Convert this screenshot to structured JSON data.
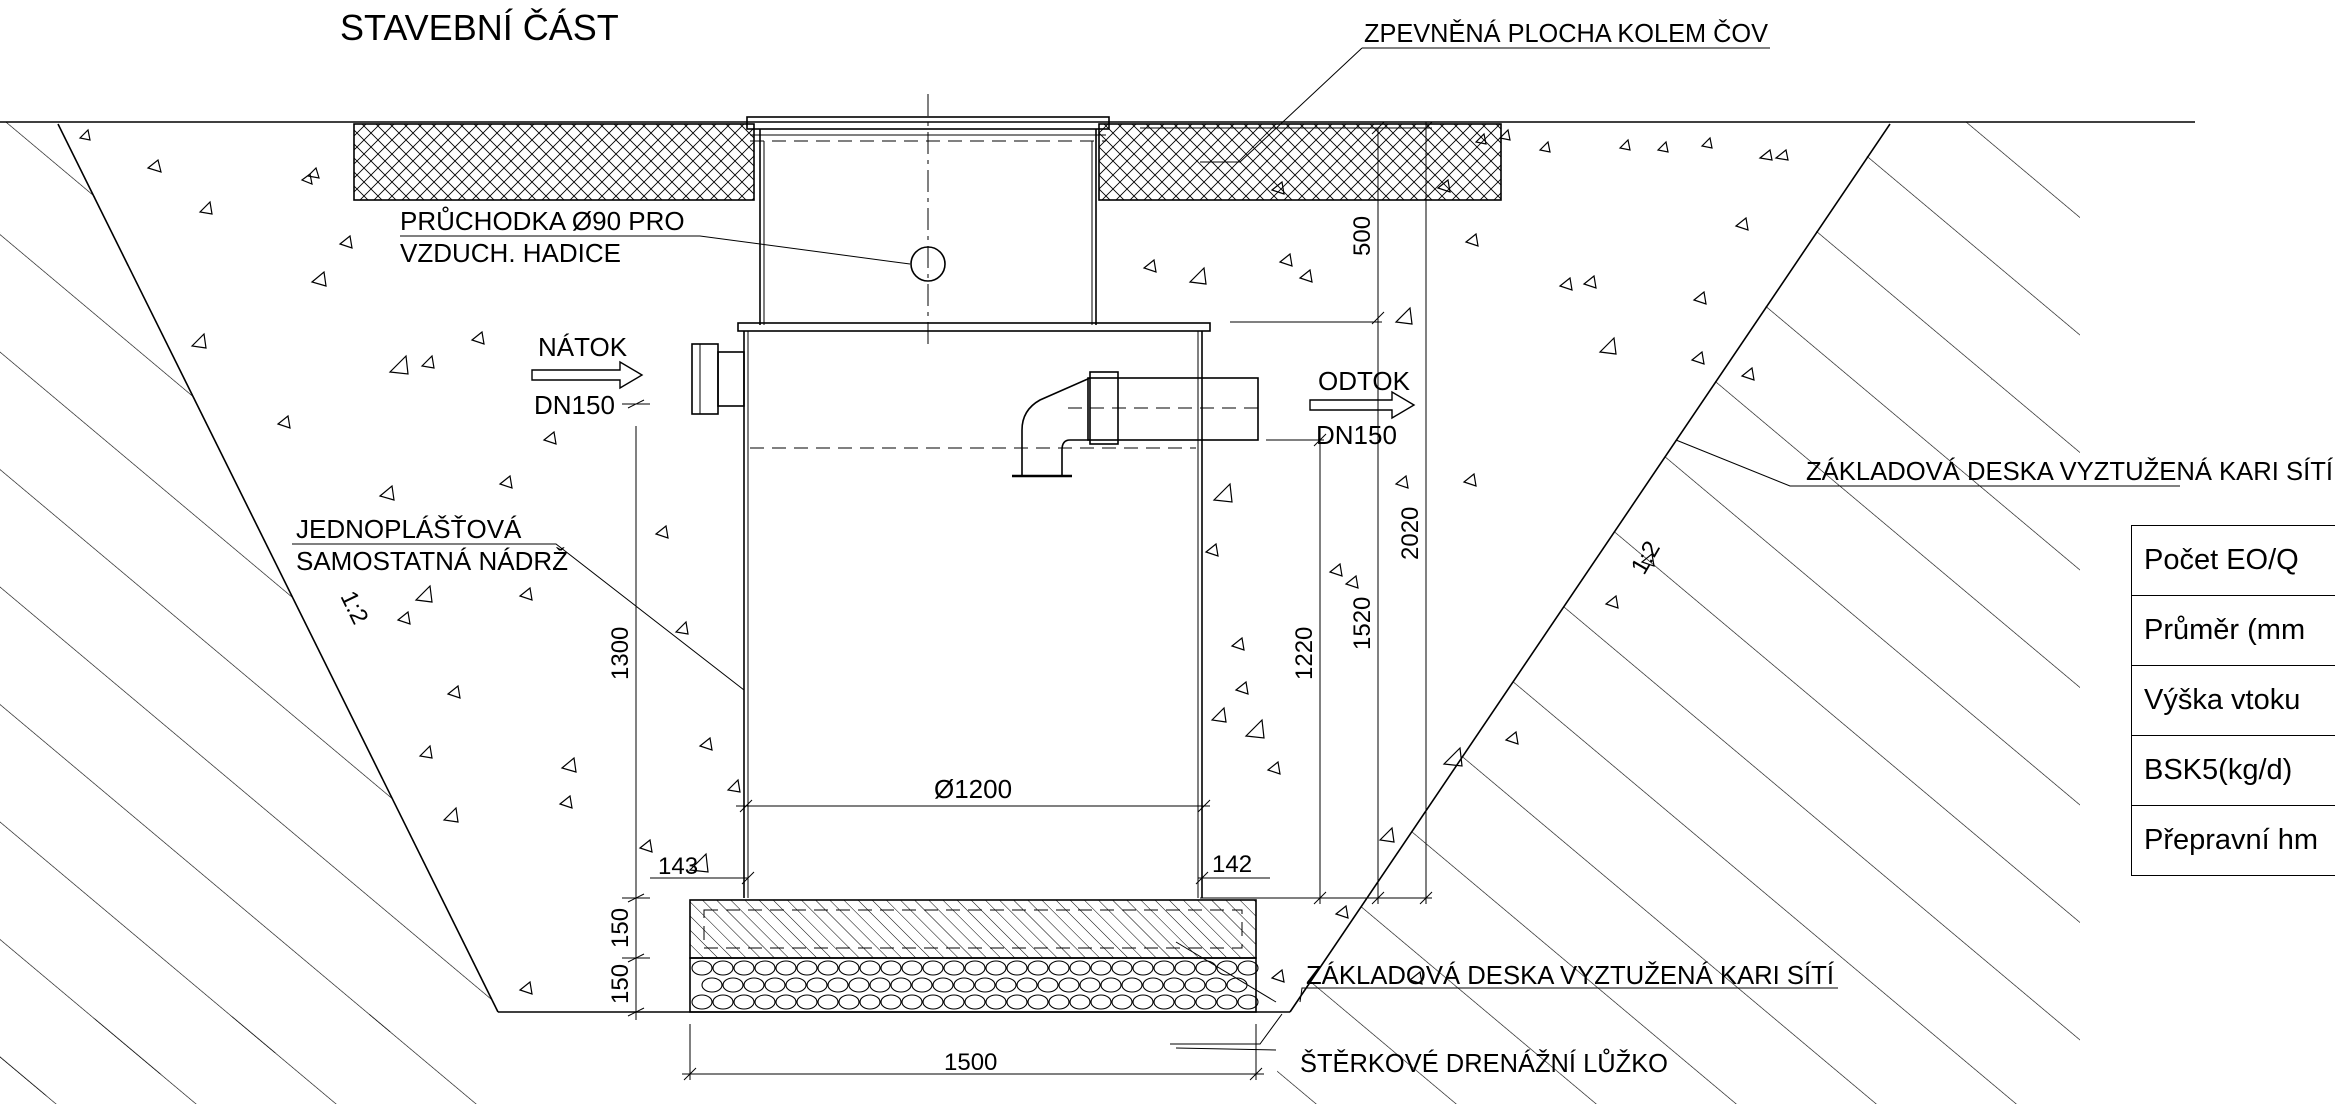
{
  "title": "STAVEBNÍ ČÁST",
  "labels": {
    "paved_area": "ZPEVNĚNÁ PLOCHA KOLEM ČOV",
    "passage_line1": "PRŮCHODKA Ø90 PRO",
    "passage_line2": "VZDUCH. HADICE",
    "inflow": "NÁTOK",
    "inflow_dn": "DN150",
    "outflow": "ODTOK",
    "outflow_dn": "DN150",
    "tank_line1": "JEDNOPLÁŠŤOVÁ",
    "tank_line2": "SAMOSTATNÁ NÁDRŽ",
    "base_slab_right": "ZÁKLADOVÁ DESKA VYZTUŽENÁ KARI SÍTÍ",
    "base_slab_bottom": "ZÁKLADOVÁ DESKA VYZTUŽENÁ KARI SÍTÍ",
    "gravel_bed": "ŠTĚRKOVÉ DRENÁŽNÍ LŮŽKO",
    "slope_left": "1:2",
    "slope_right": "1:2"
  },
  "dimensions": {
    "d500": "500",
    "d2020": "2020",
    "d1520": "1520",
    "d1220": "1220",
    "d1300": "1300",
    "diameter": "Ø1200",
    "d143": "143",
    "d142": "142",
    "d150a": "150",
    "d150b": "150",
    "d1500": "1500"
  },
  "table": {
    "rows": [
      "Počet EO/Q",
      "Průměr  (mm",
      "Výška vtoku",
      "BSK5(kg/d)",
      "Přepravní hm"
    ]
  }
}
